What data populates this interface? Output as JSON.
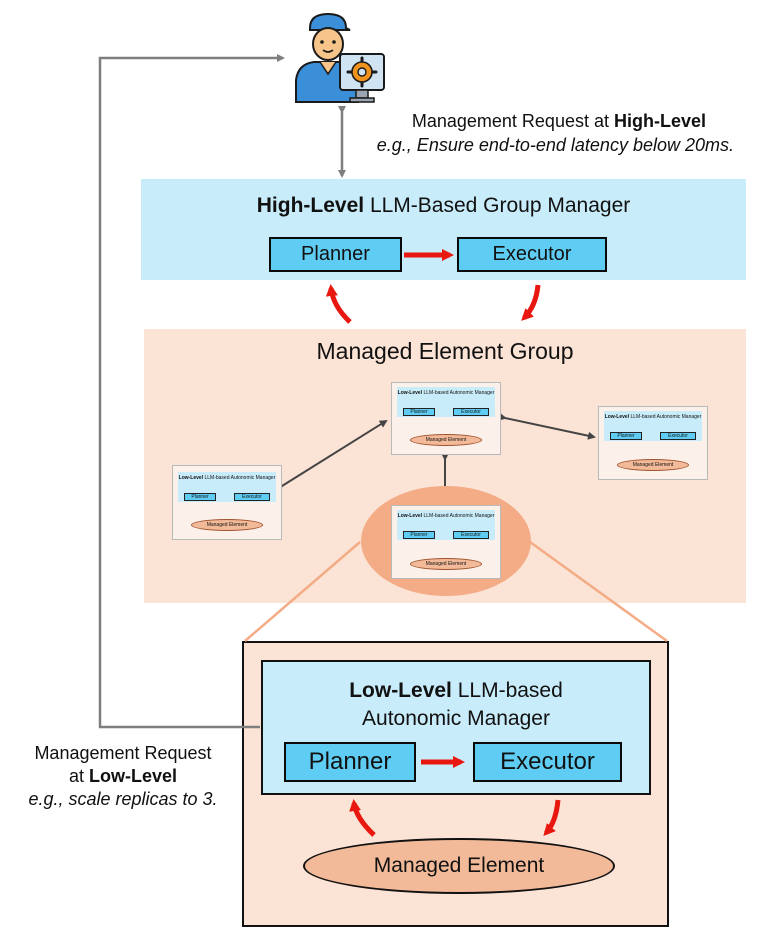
{
  "top_request": {
    "label_prefix": "Management Request at ",
    "label_bold": "High-Level",
    "example": "e.g., Ensure end-to-end latency below 20ms."
  },
  "high_level_manager": {
    "title_bold": "High-Level",
    "title_rest": " LLM-Based Group Manager",
    "planner": "Planner",
    "executor": "Executor"
  },
  "managed_group": {
    "title": "Managed Element Group",
    "mini_manager_bold": "Low-Level",
    "mini_manager_rest": " LLM-based Autonomic Manager",
    "mini_planner": "Planner",
    "mini_executor": "Executor",
    "mini_element": "Managed Element"
  },
  "low_level_manager": {
    "title_bold": "Low-Level",
    "title_rest": " LLM-based",
    "title_line2": "Autonomic Manager",
    "planner": "Planner",
    "executor": "Executor",
    "element": "Managed Element"
  },
  "low_request": {
    "line1": "Management Request",
    "line2_prefix": "at ",
    "line2_bold": "Low-Level",
    "example": "e.g., scale replicas to 3."
  },
  "icons": [
    "operator-icon",
    "gear-monitor-icon"
  ],
  "colors": {
    "manager_fill": "#c9ecfa",
    "button_fill": "#5fcdf3",
    "group_fill": "#fbe3d5",
    "element_fill": "#f2ba99",
    "flow_arrow": "#e8170f",
    "connector": "#7f7f7f"
  }
}
